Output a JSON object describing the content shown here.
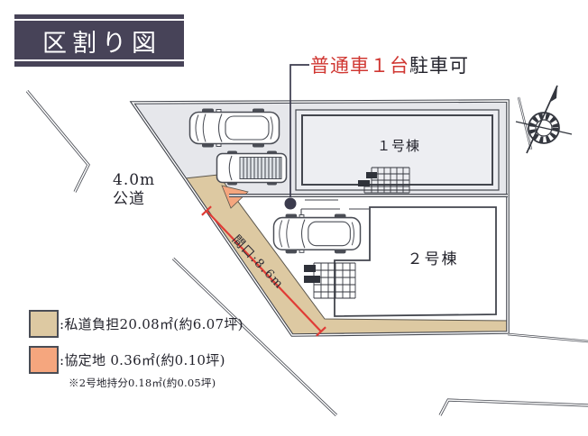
{
  "title": "区割り図",
  "annotation": {
    "highlight": "普通車１台",
    "suffix": "駐車可"
  },
  "road_label": {
    "line1": "4.0m",
    "line2": "公道"
  },
  "frontage_label": "間口:8.6m",
  "buildings": {
    "b1": "１号棟",
    "b2": "２号棟"
  },
  "legend": {
    "items": [
      {
        "swatch": "private-road",
        "color": "#ddc9a2",
        "label": ":私道負担20.08㎡(約6.07坪)",
        "note": ""
      },
      {
        "swatch": "agreement-land",
        "color": "#f5a67e",
        "label": ":協定地 0.36㎡(約0.10坪)",
        "note": "※2号地持分0.18㎡(約0.05坪)"
      }
    ]
  },
  "icons": {
    "compass": "compass-north-icon",
    "marker": "parking-spot-marker"
  },
  "colors": {
    "accent_red": "#d03732",
    "line_dark": "#43464e",
    "title_bg": "#474358",
    "parcel_gray": "#e6e7eb",
    "private_road_tan": "#ddc9a2",
    "agreement_orange": "#f5a67e",
    "marker_navy": "#3b3b4d"
  }
}
